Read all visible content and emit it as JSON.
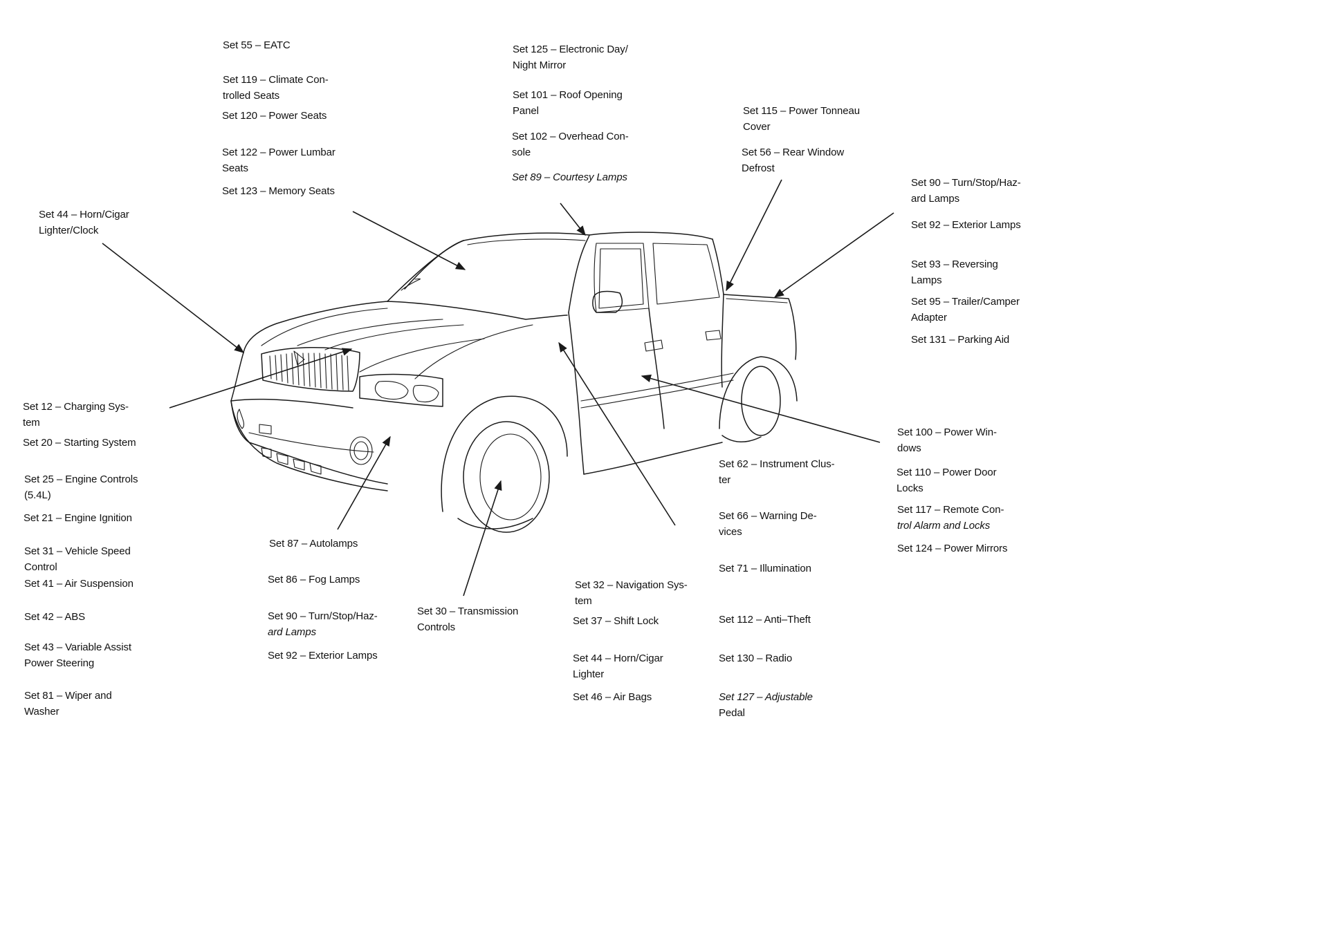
{
  "labels": [
    {
      "id": "set-55",
      "lines": [
        "Set 55 – EATC"
      ]
    },
    {
      "id": "set-119",
      "lines": [
        "Set 119 – Climate Con-",
        "trolled Seats"
      ]
    },
    {
      "id": "set-120",
      "lines": [
        "Set 120 – Power Seats"
      ]
    },
    {
      "id": "set-122",
      "lines": [
        "Set 122 – Power Lumbar",
        "Seats"
      ]
    },
    {
      "id": "set-123",
      "lines": [
        "Set 123 – Memory Seats"
      ]
    },
    {
      "id": "set-125",
      "lines": [
        "Set 125 – Electronic Day/",
        "Night Mirror"
      ]
    },
    {
      "id": "set-101",
      "lines": [
        "Set 101 – Roof Opening",
        "Panel"
      ]
    },
    {
      "id": "set-102",
      "lines": [
        "Set 102 – Overhead Con-",
        "sole"
      ]
    },
    {
      "id": "set-89",
      "lines": [
        "Set 89 – Courtesy Lamps"
      ]
    },
    {
      "id": "set-115",
      "lines": [
        "Set 115 – Power Tonneau",
        "Cover"
      ]
    },
    {
      "id": "set-56",
      "lines": [
        "Set 56 – Rear Window",
        "Defrost"
      ]
    },
    {
      "id": "set-90-right",
      "lines": [
        "Set 90 – Turn/Stop/Haz-",
        "ard Lamps"
      ]
    },
    {
      "id": "set-92-right",
      "lines": [
        "Set 92 – Exterior Lamps"
      ]
    },
    {
      "id": "set-93",
      "lines": [
        "Set 93 – Reversing",
        "Lamps"
      ]
    },
    {
      "id": "set-95",
      "lines": [
        "Set 95 – Trailer/Camper",
        "Adapter"
      ]
    },
    {
      "id": "set-131",
      "lines": [
        "Set 131 – Parking Aid"
      ]
    },
    {
      "id": "set-44-left",
      "lines": [
        "Set 44 – Horn/Cigar",
        "Lighter/Clock"
      ]
    },
    {
      "id": "set-12",
      "lines": [
        "Set  12 – Charging Sys-",
        "tem"
      ]
    },
    {
      "id": "set-20",
      "lines": [
        "Set  20 – Starting System"
      ]
    },
    {
      "id": "set-25",
      "lines": [
        "Set  25 – Engine Controls",
        "(5.4L)"
      ]
    },
    {
      "id": "set-21",
      "lines": [
        "Set  21 – Engine Ignition"
      ]
    },
    {
      "id": "set-31",
      "lines": [
        "Set  31 – Vehicle Speed",
        "Control"
      ]
    },
    {
      "id": "set-41",
      "lines": [
        "Set  41 – Air Suspension"
      ]
    },
    {
      "id": "set-42",
      "lines": [
        "Set  42 – ABS"
      ]
    },
    {
      "id": "set-43",
      "lines": [
        "Set  43 – Variable Assist",
        "Power Steering"
      ]
    },
    {
      "id": "set-81",
      "lines": [
        "Set  81 – Wiper and",
        "Washer"
      ]
    },
    {
      "id": "set-87",
      "lines": [
        "Set  87 – Autolamps"
      ]
    },
    {
      "id": "set-86",
      "lines": [
        "Set  86 – Fog Lamps"
      ]
    },
    {
      "id": "set-90-mid",
      "lines": [
        "Set  90 – Turn/Stop/Haz-",
        "ard Lamps"
      ]
    },
    {
      "id": "set-92-mid",
      "lines": [
        "Set  92 – Exterior Lamps"
      ]
    },
    {
      "id": "set-30",
      "lines": [
        "Set  30 – Transmission",
        "Controls"
      ]
    },
    {
      "id": "set-32",
      "lines": [
        "Set  32 – Navigation Sys-",
        "tem"
      ]
    },
    {
      "id": "set-37",
      "lines": [
        "Set  37 – Shift Lock"
      ]
    },
    {
      "id": "set-44-mid",
      "lines": [
        "Set  44 – Horn/Cigar",
        "Lighter"
      ]
    },
    {
      "id": "set-46",
      "lines": [
        "Set  46 – Air Bags"
      ]
    },
    {
      "id": "set-62",
      "lines": [
        "Set  62 – Instrument Clus-",
        "ter"
      ]
    },
    {
      "id": "set-66",
      "lines": [
        "Set  66 – Warning De-",
        "vices"
      ]
    },
    {
      "id": "set-71",
      "lines": [
        "Set  71 – Illumination"
      ]
    },
    {
      "id": "set-112",
      "lines": [
        "Set  112 – Anti–Theft"
      ]
    },
    {
      "id": "set-130",
      "lines": [
        "Set  130 – Radio"
      ]
    },
    {
      "id": "set-127",
      "lines": [
        "Set  127 – Adjustable",
        "Pedal"
      ]
    },
    {
      "id": "set-100",
      "lines": [
        "Set 100 – Power Win-",
        "dows"
      ]
    },
    {
      "id": "set-110",
      "lines": [
        "Set 110 – Power Door",
        "Locks"
      ]
    },
    {
      "id": "set-117",
      "lines": [
        "Set 117 – Remote Con-",
        "trol Alarm and Locks"
      ]
    },
    {
      "id": "set-124",
      "lines": [
        "Set 124 – Power Mirrors"
      ]
    }
  ]
}
